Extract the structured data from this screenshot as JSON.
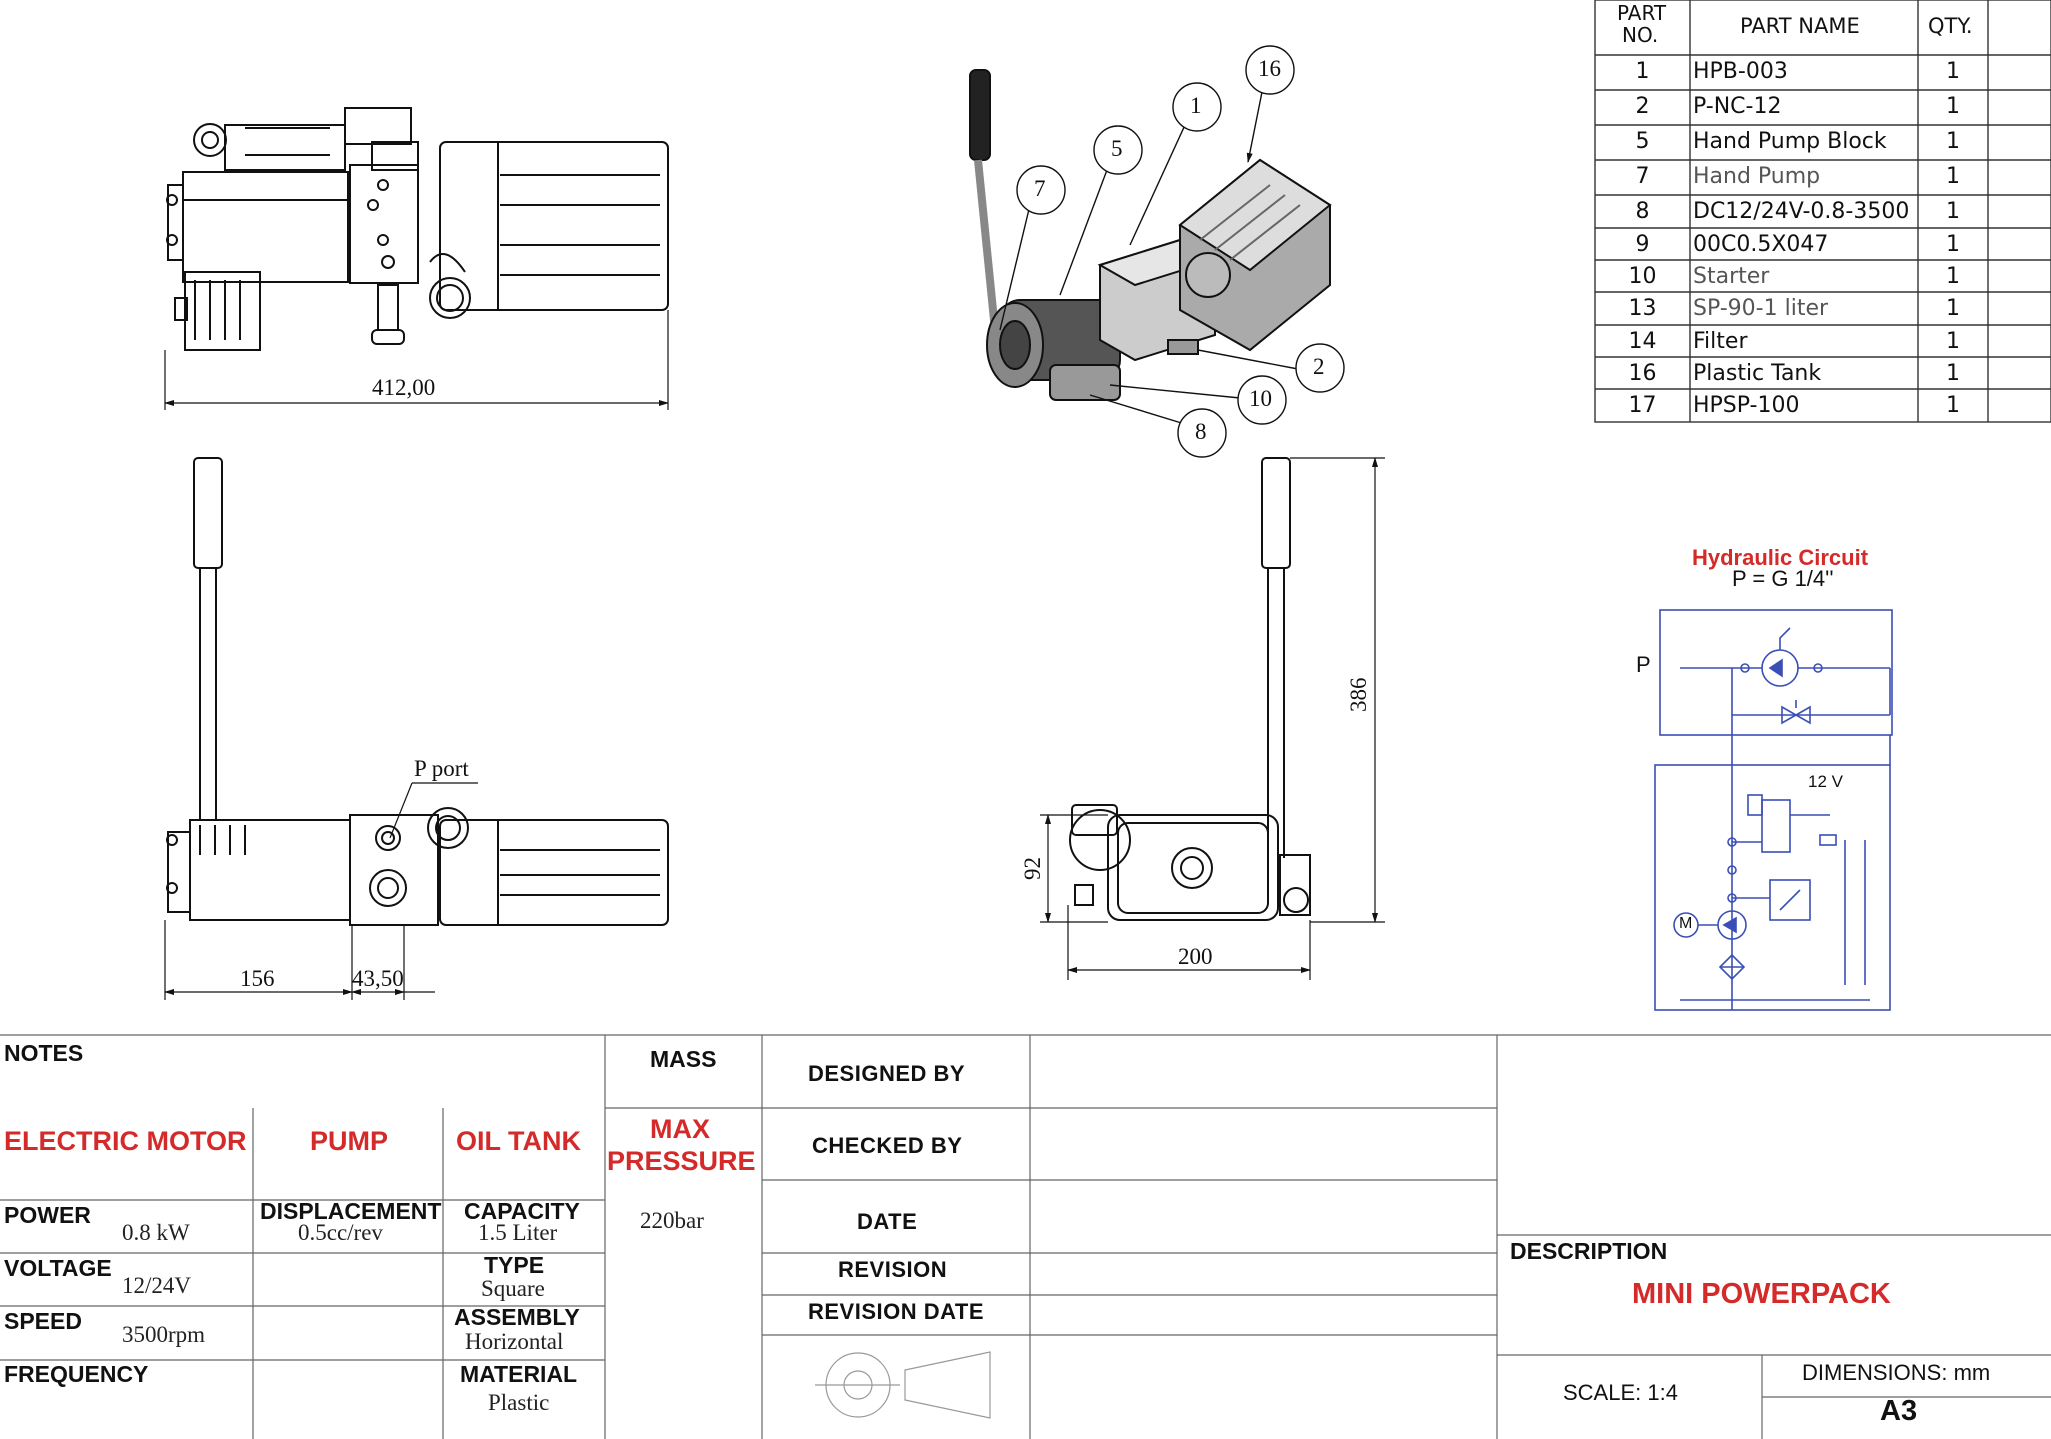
{
  "parts_table": {
    "headers": {
      "part_no_1": "PART",
      "part_no_2": "NO.",
      "part_name": "PART NAME",
      "qty": "QTY."
    },
    "rows": [
      {
        "no": "1",
        "name": "HPB-003",
        "qty": "1"
      },
      {
        "no": "2",
        "name": "P-NC-12",
        "qty": "1"
      },
      {
        "no": "5",
        "name": "Hand Pump Block",
        "qty": "1"
      },
      {
        "no": "7",
        "name": "Hand Pump",
        "qty": "1"
      },
      {
        "no": "8",
        "name": "DC12/24V-0.8-3500",
        "qty": "1"
      },
      {
        "no": "9",
        "name": "00C0.5X047",
        "qty": "1"
      },
      {
        "no": "10",
        "name": "Starter",
        "qty": "1"
      },
      {
        "no": "13",
        "name": "SP-90-1 liter",
        "qty": "1"
      },
      {
        "no": "14",
        "name": "Filter",
        "qty": "1"
      },
      {
        "no": "16",
        "name": "Plastic Tank",
        "qty": "1"
      },
      {
        "no": "17",
        "name": "HPSP-100",
        "qty": "1"
      }
    ]
  },
  "balloons": [
    "16",
    "1",
    "5",
    "7",
    "2",
    "10",
    "8"
  ],
  "dimensions": {
    "top_length": "412,00",
    "front_a": "156",
    "front_b": "43,50",
    "side_height": "386",
    "side_small": "92",
    "side_width": "200",
    "p_port": "P port"
  },
  "hydraulic": {
    "title": "Hydraulic Circuit",
    "subtitle": "P = G 1/4''",
    "p_label": "P",
    "voltage": "12 V",
    "motor": "M"
  },
  "title_block": {
    "notes": "NOTES",
    "mass": "MASS",
    "designed_by": "DESIGNED BY",
    "checked_by": "CHECKED BY",
    "date": "DATE",
    "revision": "REVISION",
    "revision_date": "REVISION DATE",
    "electric_motor": "ELECTRIC MOTOR",
    "pump": "PUMP",
    "oil_tank": "OIL TANK",
    "max_pressure_1": "MAX",
    "max_pressure_2": "PRESSURE",
    "power_label": "POWER",
    "power_value": "0.8 kW",
    "voltage_label": "VOLTAGE",
    "voltage_value": "12/24V",
    "speed_label": "SPEED",
    "speed_value": "3500rpm",
    "frequency_label": "FREQUENCY",
    "displacement_label": "DISPLACEMENT",
    "displacement_value": "0.5cc/rev",
    "capacity_label": "CAPACITY",
    "capacity_value": "1.5 Liter",
    "type_label": "TYPE",
    "type_value": "Square",
    "assembly_label": "ASSEMBLY",
    "assembly_value": "Horizontal",
    "material_label": "MATERIAL",
    "material_value": "Plastic",
    "pressure_value": "220bar",
    "description_label": "DESCRIPTION",
    "description_value": "MINI POWERPACK",
    "scale": "SCALE: 1:4",
    "dimensions_unit": "DIMENSIONS: mm",
    "sheet_size": "A3"
  },
  "colors": {
    "accent_red": "#d42a2a",
    "circuit_blue": "#3a4fb5",
    "line": "#222222"
  }
}
